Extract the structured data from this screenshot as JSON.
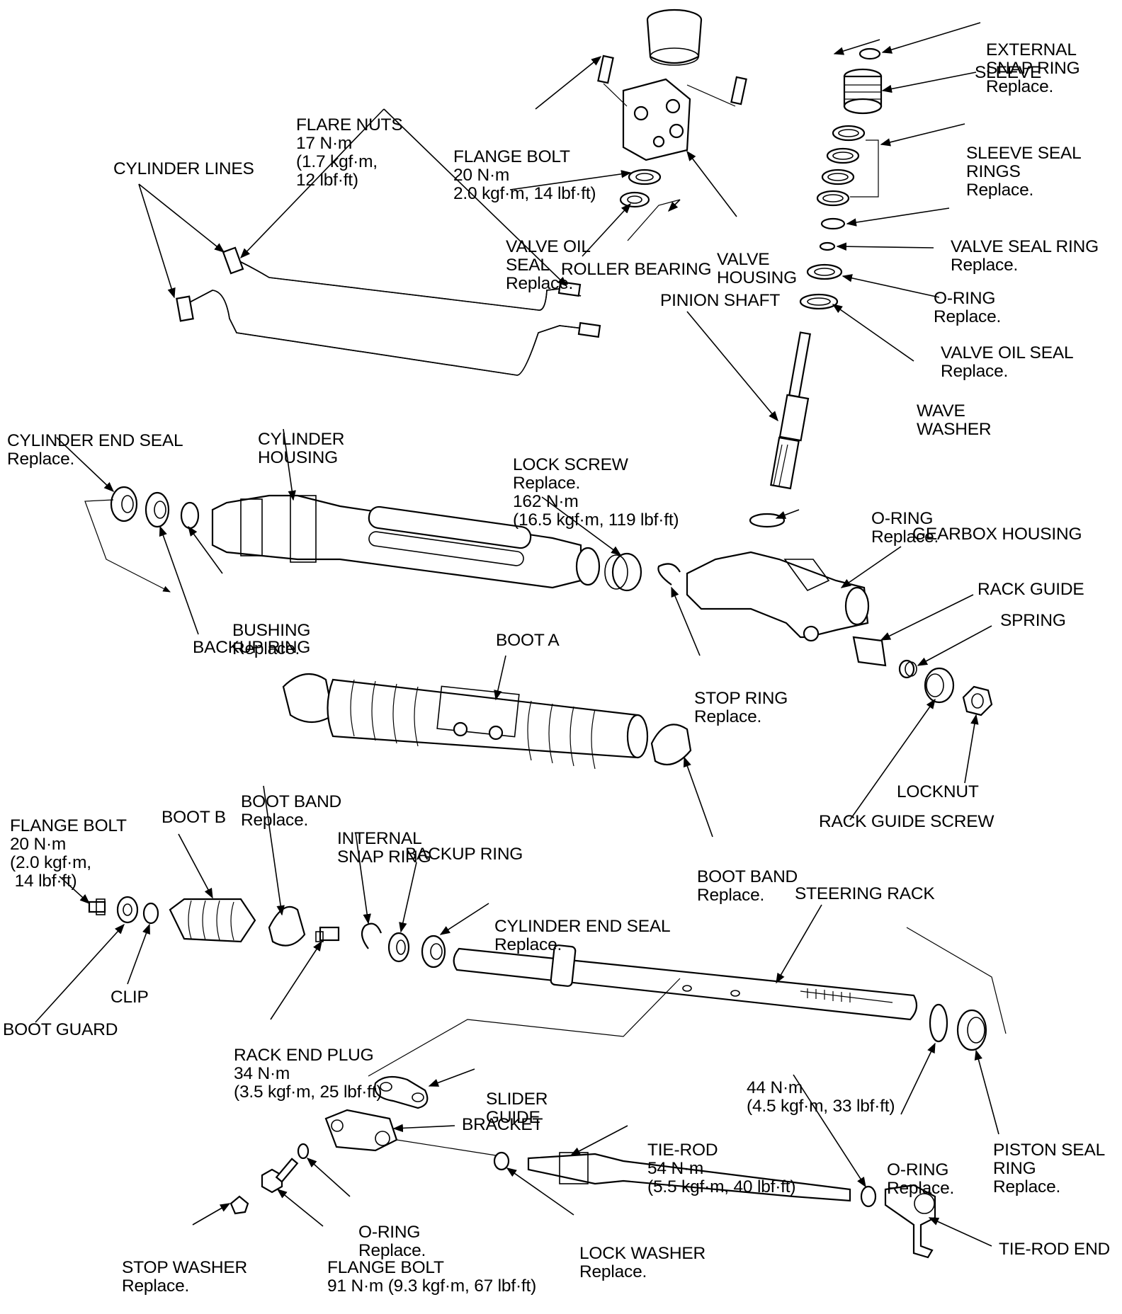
{
  "labels": {
    "external_snap_ring": {
      "l1": "EXTERNAL",
      "l2": "SNAP RING",
      "l3": "Replace."
    },
    "sleeve": "SLEEVE",
    "sleeve_seal_rings": {
      "l1": "SLEEVE SEAL",
      "l2": "RINGS",
      "l3": "Replace."
    },
    "valve_seal_ring": {
      "l1": "VALVE SEAL RING",
      "l2": "Replace."
    },
    "o_ring_upper": {
      "l1": "O-RING",
      "l2": "Replace."
    },
    "valve_oil_seal_right": {
      "l1": "VALVE OIL SEAL",
      "l2": "Replace."
    },
    "wave_washer": {
      "l1": "WAVE",
      "l2": "WASHER"
    },
    "flare_nuts": {
      "l1": "FLARE NUTS",
      "l2": "17 N·m",
      "l3": "(1.7 kgf·m,",
      "l4": "12 lbf·ft)"
    },
    "flange_bolt_top": {
      "l1": "FLANGE BOLT",
      "l2": "20 N·m",
      "l3": "2.0 kgf·m, 14 lbf·ft)"
    },
    "cylinder_lines": "CYLINDER LINES",
    "valve_oil_seal_left": {
      "l1": "VALVE OIL",
      "l2": "SEAL",
      "l3": "Replace."
    },
    "valve_housing": {
      "l1": "VALVE",
      "l2": "HOUSING"
    },
    "roller_bearing": "ROLLER BEARING",
    "pinion_shaft": "PINION SHAFT",
    "cylinder_end_seal_top": {
      "l1": "CYLINDER END SEAL",
      "l2": "Replace."
    },
    "cylinder_housing": {
      "l1": "CYLINDER",
      "l2": "HOUSING"
    },
    "lock_screw": {
      "l1": "LOCK SCREW",
      "l2": "Replace.",
      "l3": "162 N·m",
      "l4": "(16.5 kgf·m, 119 lbf·ft)"
    },
    "o_ring_mid": {
      "l1": "O-RING",
      "l2": "Replace."
    },
    "gearbox_housing": "GEARBOX HOUSING",
    "rack_guide": "RACK GUIDE",
    "spring": "SPRING",
    "bushing": {
      "l1": "BUSHING",
      "l2": "Replace."
    },
    "backup_ring_top": "BACKUP RING",
    "stop_ring": {
      "l1": "STOP RING",
      "l2": "Replace."
    },
    "boot_a": "BOOT A",
    "locknut": "LOCKNUT",
    "rack_guide_screw": "RACK GUIDE SCREW",
    "boot_band_right": {
      "l1": "BOOT BAND",
      "l2": "Replace."
    },
    "boot_band_left": {
      "l1": "BOOT BAND",
      "l2": "Replace."
    },
    "flange_bolt_left": {
      "l1": "FLANGE BOLT",
      "l2": "20 N·m",
      "l3": "(2.0 kgf·m,",
      "l4": " 14 lbf·ft)"
    },
    "boot_b": "BOOT B",
    "internal_snap_ring": {
      "l1": "INTERNAL",
      "l2": "SNAP RING"
    },
    "backup_ring_bottom": "BACKUP RING",
    "cylinder_end_seal_bottom": {
      "l1": "CYLINDER END SEAL",
      "l2": "Replace."
    },
    "steering_rack": "STEERING RACK",
    "clip": "CLIP",
    "boot_guard": "BOOT GUARD",
    "rack_end_plug": {
      "l1": "RACK END PLUG",
      "l2": "34 N·m",
      "l3": "(3.5 kgf·m, 25 lbf·ft)"
    },
    "torque_44": {
      "l1": "44 N·m",
      "l2": "(4.5 kgf·m, 33 lbf·ft)"
    },
    "slider_guide": {
      "l1": "SLIDER",
      "l2": "GUIDE"
    },
    "bracket": "BRACKET",
    "tie_rod": {
      "l1": "TIE-ROD",
      "l2": "54 N·m",
      "l3": "(5.5 kgf·m, 40 lbf·ft)"
    },
    "o_ring_lower_right": {
      "l1": "O-RING",
      "l2": "Replace."
    },
    "piston_seal_ring": {
      "l1": "PISTON SEAL",
      "l2": "RING",
      "l3": "Replace."
    },
    "o_ring_lower_left": {
      "l1": "O-RING",
      "l2": "Replace."
    },
    "lock_washer": {
      "l1": "LOCK WASHER",
      "l2": "Replace."
    },
    "stop_washer": {
      "l1": "STOP WASHER",
      "l2": "Replace."
    },
    "flange_bolt_bottom": {
      "l1": "FLANGE BOLT",
      "l2": "91 N·m (9.3 kgf·m, 67 lbf·ft)"
    },
    "tie_rod_end": "TIE-ROD END"
  }
}
